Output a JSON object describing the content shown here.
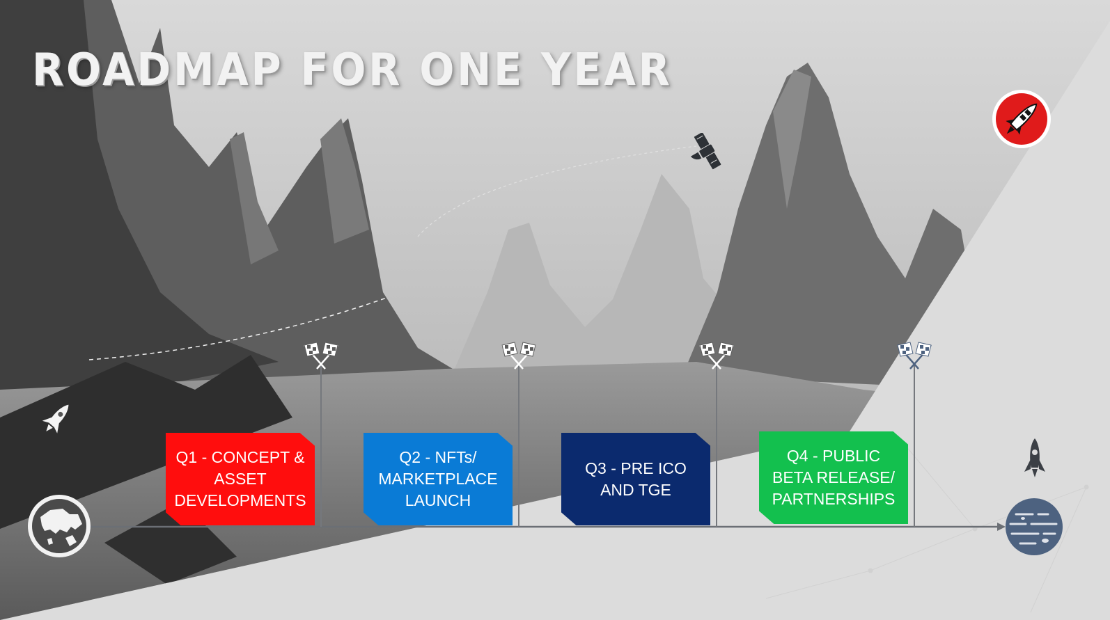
{
  "title": "ROADMAP FOR ONE YEAR",
  "milestones": [
    {
      "label": "Q1 - CONCEPT &\nASSET\nDEVELOPMENTS",
      "color": "#ff0d0d"
    },
    {
      "label": "Q2 - NFTs/\nMARKETPLACE\nLAUNCH",
      "color": "#0a7bd6"
    },
    {
      "label": "Q3 - PRE ICO\nAND TGE",
      "color": "#0b2a6e"
    },
    {
      "label": "Q4 - PUBLIC\nBETA RELEASE/\nPARTNERSHIPS",
      "color": "#13c04e"
    }
  ],
  "icons": [
    "rocket-icon",
    "globe-icon",
    "checkered-flags-icon",
    "satellite-icon",
    "rocket-badge-icon",
    "planet-icon"
  ],
  "colors": {
    "accent_red": "#e01b1b",
    "timeline": "#6b6f75",
    "planet": "#4d6280"
  }
}
